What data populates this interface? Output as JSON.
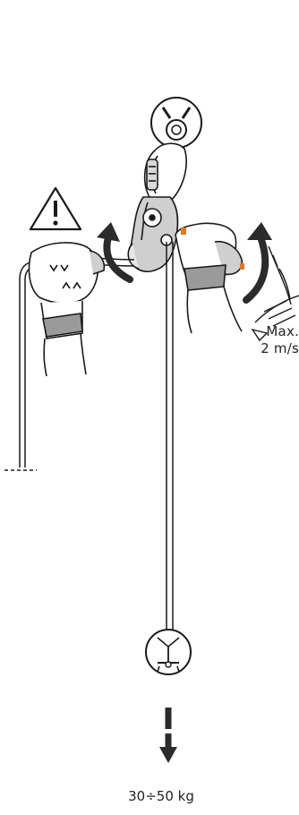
{
  "figure": {
    "speed_limit": {
      "line1": "Max.",
      "line2": "2 m/s"
    },
    "load_range": "30÷50 kg",
    "icons": {
      "warning": "warning-triangle-icon",
      "anchor": "anchor-ring-icon",
      "load": "harness-load-icon"
    },
    "colors": {
      "ink": "#1a1a1a",
      "arrow": "#2b2b2b",
      "glove_cuff": "#9a9a9a",
      "accent_orange": "#e07820"
    }
  }
}
